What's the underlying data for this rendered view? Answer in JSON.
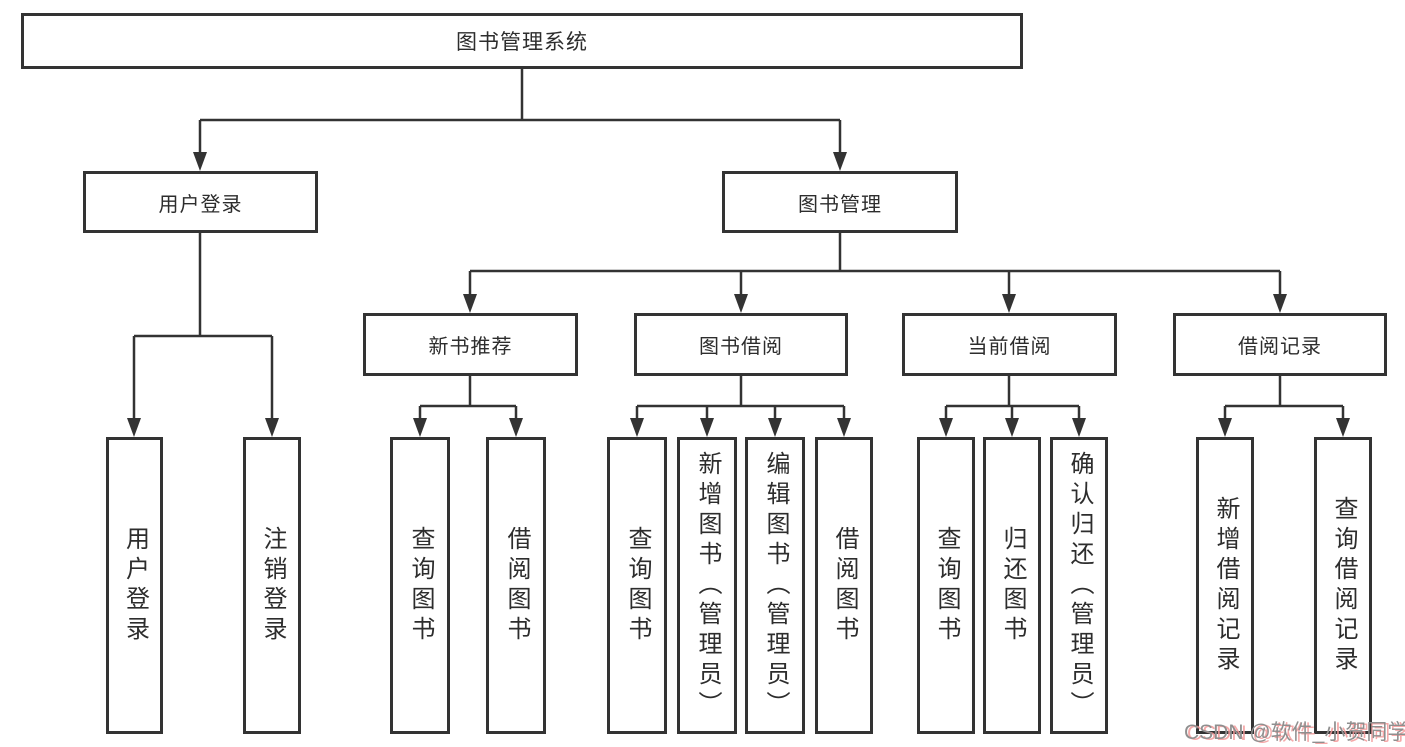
{
  "diagram": {
    "title": "图书管理系统",
    "tree": {
      "root": {
        "label": "图书管理系统",
        "children": [
          {
            "label": "用户登录",
            "children": [
              {
                "label": "用户登录"
              },
              {
                "label": "注销登录"
              }
            ]
          },
          {
            "label": "图书管理",
            "children": [
              {
                "label": "新书推荐",
                "children": [
                  {
                    "label": "查询图书"
                  },
                  {
                    "label": "借阅图书"
                  }
                ]
              },
              {
                "label": "图书借阅",
                "children": [
                  {
                    "label": "查询图书"
                  },
                  {
                    "label": "新增图书（管理员）"
                  },
                  {
                    "label": "编辑图书（管理员）"
                  },
                  {
                    "label": "借阅图书"
                  }
                ]
              },
              {
                "label": "当前借阅",
                "children": [
                  {
                    "label": "查询图书"
                  },
                  {
                    "label": "归还图书"
                  },
                  {
                    "label": "确认归还（管理员）"
                  }
                ]
              },
              {
                "label": "借阅记录",
                "children": [
                  {
                    "label": "新增借阅记录"
                  },
                  {
                    "label": "查询借阅记录"
                  }
                ]
              }
            ]
          }
        ]
      }
    },
    "watermark": {
      "text": "CSDN @软件_小贺同学"
    },
    "colors": {
      "line": "#333333",
      "text": "#2d2d2d",
      "background": "#ffffff",
      "watermark_gray": "#8f8f8f",
      "watermark_pink": "#f39999"
    }
  }
}
